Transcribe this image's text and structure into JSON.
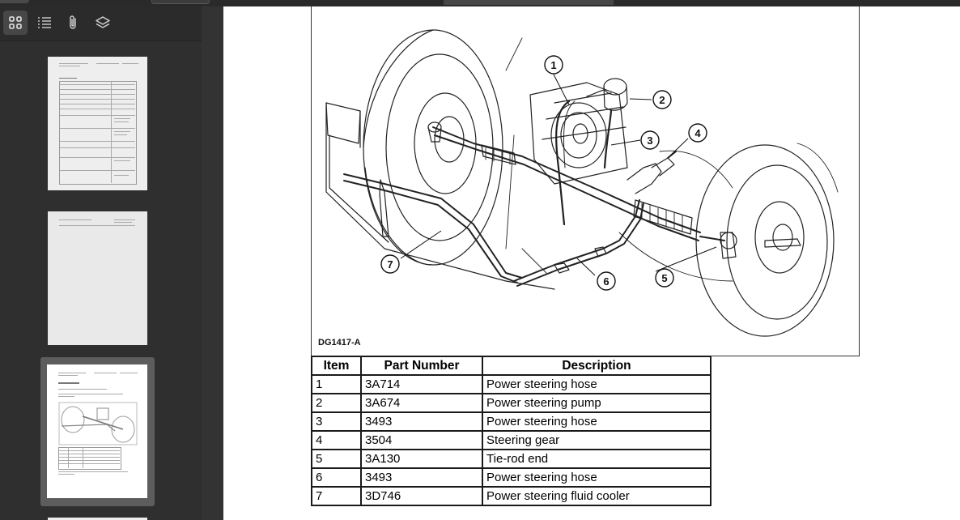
{
  "sidebar": {
    "tools": [
      {
        "name": "thumbnails-icon",
        "active": true
      },
      {
        "name": "outline-icon",
        "active": false
      },
      {
        "name": "attachments-icon",
        "active": false
      },
      {
        "name": "layers-icon",
        "active": false
      }
    ]
  },
  "figure": {
    "code": "DG1417-A",
    "callouts": [
      "1",
      "2",
      "3",
      "4",
      "5",
      "6",
      "7"
    ]
  },
  "table": {
    "headers": [
      "Item",
      "Part Number",
      "Description"
    ],
    "rows": [
      [
        "1",
        "3A714",
        "Power steering hose"
      ],
      [
        "2",
        "3A674",
        "Power steering pump"
      ],
      [
        "3",
        "3493",
        "Power steering hose"
      ],
      [
        "4",
        "3504",
        "Steering gear"
      ],
      [
        "5",
        "3A130",
        "Tie-rod end"
      ],
      [
        "6",
        "3493",
        "Power steering hose"
      ],
      [
        "7",
        "3D746",
        "Power steering fluid cooler"
      ]
    ]
  },
  "colors": {
    "sidebar_bg": "#2f2f2f",
    "active_thumb_frame": "#5d5d5d",
    "page_bg": "#ffffff"
  }
}
